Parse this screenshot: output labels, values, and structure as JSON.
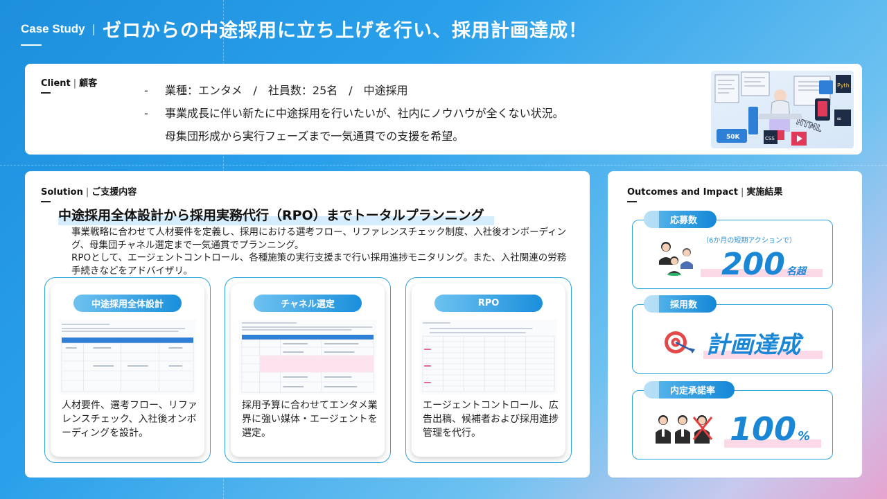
{
  "header": {
    "label": "Case Study",
    "separator": "|",
    "title": "ゼロからの中途採用に立ち上げを行い、採用計画達成！"
  },
  "client": {
    "section_en": "Client",
    "section_jp": "顧客",
    "line1": "業種：エンタメ　/　社員数：25名　/　中途採用",
    "line2": "事業成長に伴い新たに中途採用を行いたいが、社内にノウハウが全くない状況。",
    "line3": "母集団形成から実行フェーズまで一気通貫での支援を希望。",
    "dash": "-",
    "illustration_labels": [
      "HTML",
      "CSS",
      "50K",
      "Pyth"
    ]
  },
  "solution": {
    "section_en": "Solution",
    "section_jp": "ご支援内容",
    "heading": "中途採用全体設計から採用実務代行（RPO）までトータルプランニング",
    "body1": "事業戦略に合わせて人材要件を定義し、採用における選考フロー、リファレンスチェック制度、入社後オンボーディング、母集団チャネル選定まで一気通貫でプランニング。",
    "body2": "RPOとして、エージェントコントロール、各種施策の実行支援まで行い採用進捗モニタリング。また、入社関連の労務手続きなどをアドバイザリ。",
    "cards": [
      {
        "title": "中途採用全体設計",
        "text": "人材要件、選考フロー、リファレンスチェック、入社後オンボーディングを設計。"
      },
      {
        "title": "チャネル選定",
        "text": "採用予算に合わせてエンタメ業界に強い媒体・エージェントを選定。"
      },
      {
        "title": "RPO",
        "text": "エージェントコントロール、広告出稿、候補者および採用進捗管理を代行。"
      }
    ]
  },
  "outcomes": {
    "section_en": "Outcomes and Impact",
    "section_jp": "実施結果",
    "items": [
      {
        "label": "応募数",
        "note": "（6か月の短期アクションで）",
        "value": "200",
        "unit": "名超"
      },
      {
        "label": "採用数",
        "value": "計画達成"
      },
      {
        "label": "内定承諾率",
        "value": "100",
        "unit": "%"
      }
    ]
  },
  "colors": {
    "accent": "#1a86d6",
    "border": "#2aa3df",
    "highlight_pink": "#fbd9e6",
    "heading_highlight": "#d4ecfb"
  }
}
